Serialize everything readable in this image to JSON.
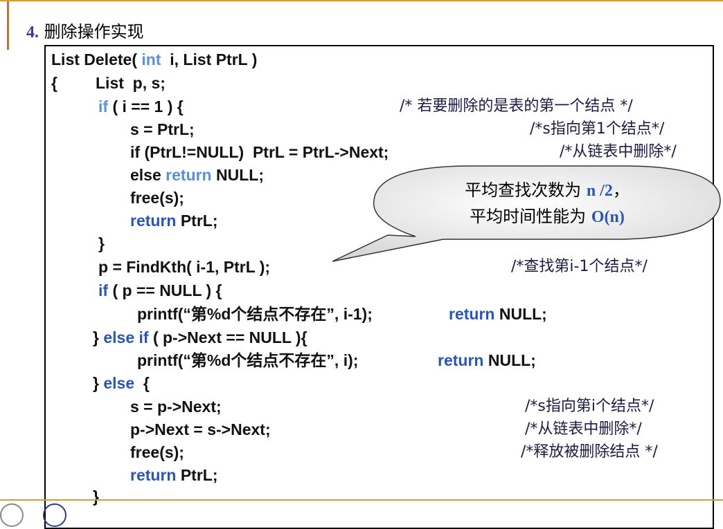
{
  "heading": {
    "number": "4.",
    "title": "删除操作实现"
  },
  "code": {
    "l1": {
      "a": "List Delete( ",
      "kw": "int",
      "b": "  i, List PtrL )"
    },
    "l2": {
      "a": "{",
      "b": "List  p, s;"
    },
    "l3": {
      "kw": "if",
      "a": " ( i == 1 ) {"
    },
    "l4": "s = PtrL;",
    "l5": "if (PtrL!=NULL)  PtrL = PtrL->Next;",
    "l6": {
      "a": "else ",
      "kw": "return",
      "b": " NULL;"
    },
    "l7": "free(s);",
    "l8": {
      "kw": "return",
      "a": " PtrL;"
    },
    "l9": "}",
    "l10": "p = FindKth( i-1, PtrL );",
    "l11": {
      "kw": "if",
      "a": " ( p == NULL ) {"
    },
    "l12": {
      "a": "printf(“第%d个结点不存在”, i-1);",
      "kw": "return",
      "b": " NULL;"
    },
    "l13": {
      "a": "} ",
      "kw1": "else",
      "kw2": "if",
      "b": " ( p->Next == NULL ){"
    },
    "l14": {
      "a": "printf(“第%d个结点不存在”, i);",
      "kw": "return",
      "b": " NULL;"
    },
    "l15": {
      "a": "} ",
      "kw": "else",
      "b": "  {"
    },
    "l16": "s = p->Next;",
    "l17": "p->Next = s->Next;",
    "l18": "free(s);",
    "l19": {
      "kw": "return",
      "a": " PtrL;"
    },
    "l20": "}"
  },
  "comments": {
    "c3": "/* 若要删除的是表的第一个结点 */",
    "c4": "/*s指向第1个结点*/",
    "c5": "/*从链表中删除*/",
    "c10": "/*查找第i-1个结点*/",
    "c16": "/*s指向第i个结点*/",
    "c17": "/*从链表中删除*/",
    "c18": "/*释放被删除结点 */"
  },
  "callout": {
    "line1_a": "平均查找次数为 ",
    "line1_hl": "n /2",
    "line1_b": "，",
    "line2_a": "平均时间性能为 ",
    "line2_hl": "O(n)"
  },
  "colors": {
    "keyword": "#2a55b6",
    "keyword_light": "#5b8ee0",
    "rule": "#d89a3a"
  }
}
